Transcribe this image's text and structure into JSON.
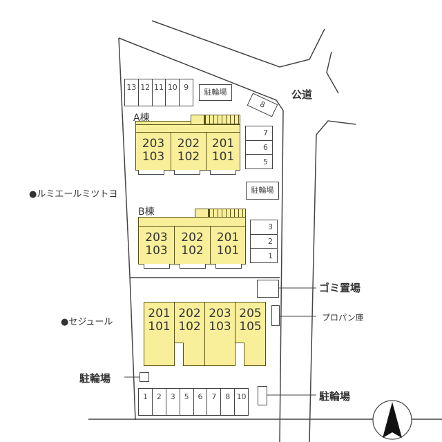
{
  "map": {
    "road_label": "公道",
    "neighbors": [
      {
        "marker": "●",
        "name": "ルミエールミツトヨ"
      },
      {
        "marker": "●",
        "name": "セジュール"
      }
    ],
    "building_a": {
      "label": "A棟",
      "units": [
        {
          "upper": "203",
          "lower": "103"
        },
        {
          "upper": "202",
          "lower": "102"
        },
        {
          "upper": "201",
          "lower": "101"
        }
      ]
    },
    "building_b": {
      "label": "B棟",
      "units": [
        {
          "upper": "203",
          "lower": "103"
        },
        {
          "upper": "202",
          "lower": "102"
        },
        {
          "upper": "201",
          "lower": "101"
        }
      ]
    },
    "building_c": {
      "units": [
        {
          "upper": "201",
          "lower": "101"
        },
        {
          "upper": "202",
          "lower": "102"
        },
        {
          "upper": "203",
          "lower": "103"
        },
        {
          "upper": "205",
          "lower": "105"
        }
      ]
    },
    "parking_top_row": [
      "13",
      "12",
      "11",
      "10",
      "9"
    ],
    "parking_8": "8",
    "parking_a_side": [
      "7",
      "6",
      "5"
    ],
    "parking_b_side": [
      "3",
      "2",
      "1"
    ],
    "parking_bottom_row": [
      "1",
      "2",
      "3",
      "5",
      "6",
      "7",
      "8",
      "10"
    ],
    "bike_parking_label": "駐輪場",
    "garbage_label": "ゴミ置場",
    "propane_label": "プロパン庫",
    "bike_label_left": "駐輪場",
    "bike_label_right": "駐輪場",
    "north_arrow": "north-arrow"
  }
}
